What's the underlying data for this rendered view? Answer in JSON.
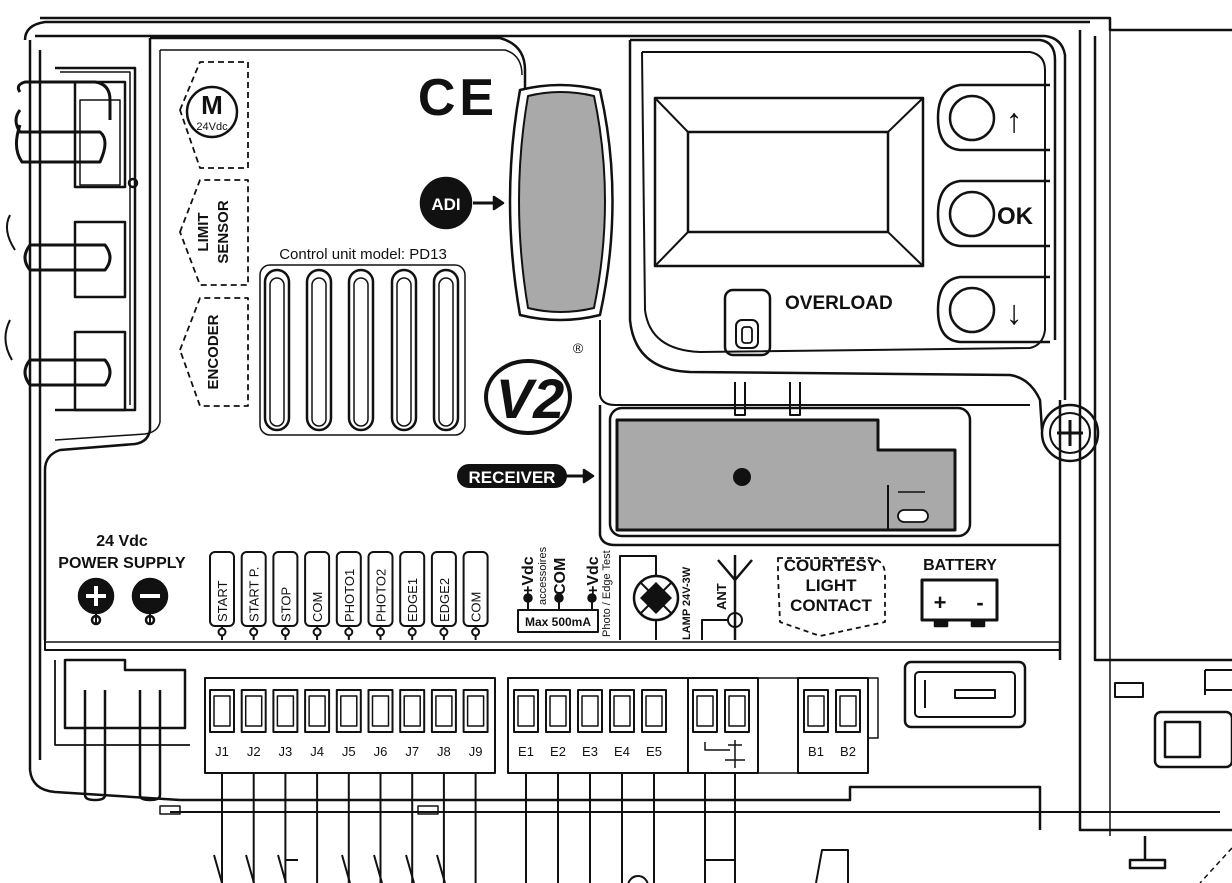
{
  "board": {
    "model_label": "Control unit model: PD13",
    "ce_mark": "CE",
    "logo": "V2",
    "logo_mark": "®",
    "adi_label": "ADI",
    "receiver_label": "RECEIVER",
    "overload_label": "OVERLOAD",
    "buttons": {
      "up": "↑",
      "ok": "OK",
      "down": "↓"
    },
    "motor": {
      "letter": "M",
      "voltage": "24Vdc"
    },
    "left_labels": {
      "limit_top": "LIMIT",
      "limit_bottom": "SENSOR",
      "encoder": "ENCODER"
    },
    "power": {
      "line1": "24 Vdc",
      "line2": "POWER SUPPLY",
      "plus": "+",
      "minus": "−"
    },
    "j_inputs": [
      "START",
      "START P.",
      "STOP",
      "COM",
      "PHOTO1",
      "PHOTO2",
      "EDGE1",
      "EDGE2",
      "COM"
    ],
    "j_terminals": [
      "J1",
      "J2",
      "J3",
      "J4",
      "J5",
      "J6",
      "J7",
      "J8",
      "J9"
    ],
    "e_labels": {
      "vdc_acc": "+Vdc",
      "acc_sub": "accessoires",
      "com": "COM",
      "vdc_photo": "+Vdc",
      "photo_sub": "Photo / Edge Test",
      "max": "Max 500mA",
      "lamp": "LAMP 24V-3W",
      "ant": "ANT"
    },
    "e_terminals": [
      "E1",
      "E2",
      "E3",
      "E4",
      "E5"
    ],
    "courtesy": [
      "COURTESY",
      "LIGHT",
      "CONTACT"
    ],
    "battery": {
      "title": "BATTERY",
      "plus": "+",
      "minus": "-"
    },
    "b_terminals": [
      "B1",
      "B2"
    ]
  },
  "colors": {
    "line": "#111111",
    "fill_grey": "#a9a9a9",
    "bg": "#ffffff"
  },
  "icons": [
    "motor-icon",
    "adi-icon",
    "lamp-icon",
    "antenna-icon",
    "battery-icon",
    "plus-icon",
    "minus-icon"
  ]
}
